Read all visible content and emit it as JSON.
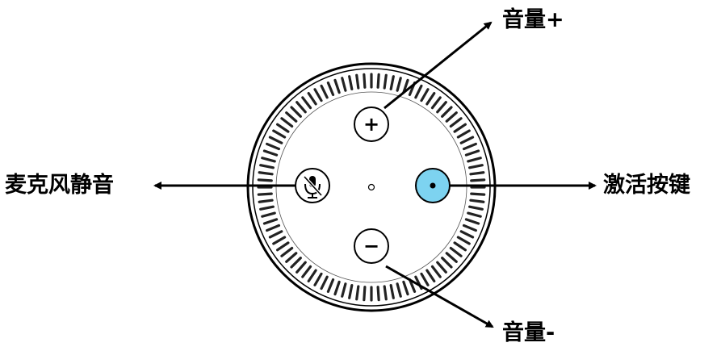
{
  "labels": {
    "volume_up": "音量+",
    "volume_down": "音量-",
    "mic_mute": "麦克风静音",
    "action": "激活按键"
  },
  "buttons": {
    "volume_up_symbol": "+",
    "volume_down_symbol": "−"
  },
  "colors": {
    "action_fill": "#7dd3f0",
    "outline": "#000000",
    "ring_slots": "#222222"
  },
  "icons": [
    "plus-icon",
    "minus-icon",
    "microphone-muted-icon",
    "center-dot-icon",
    "arrow-icon"
  ]
}
